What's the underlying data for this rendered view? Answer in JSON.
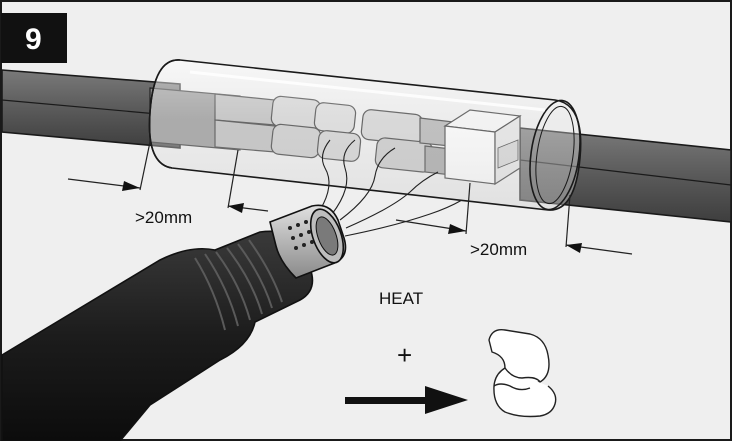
{
  "step": {
    "number": "9"
  },
  "dimensions": {
    "left_label": ">20mm",
    "right_label": ">20mm"
  },
  "instruction": {
    "heat_label": "HEAT",
    "plus_label": "+"
  },
  "icons": {
    "heat_gun": "heat-gun-icon",
    "shrunk_tubing": "shrunk-tubing-icon",
    "arrow": "arrow-right-icon"
  },
  "colors": {
    "background": "#efefef",
    "step_badge": "#111111",
    "cable": "#5a5a5a",
    "heat_gun_body": "#1c1c1c"
  }
}
